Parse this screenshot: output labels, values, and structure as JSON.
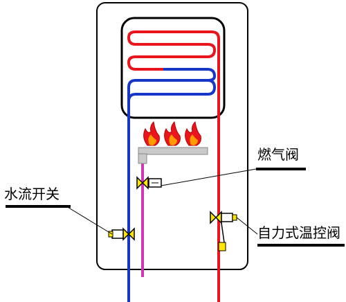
{
  "labels": {
    "water_flow_switch": "水流开关",
    "gas_valve": "燃气阀",
    "thermostatic_valve": "自力式温控阀"
  },
  "colors": {
    "hot": "#e8161c",
    "cold": "#1736c8",
    "gas": "#d236b8",
    "outline": "#000000",
    "valve_yellow": "#ffe600",
    "burner": "#c9c9c9"
  }
}
